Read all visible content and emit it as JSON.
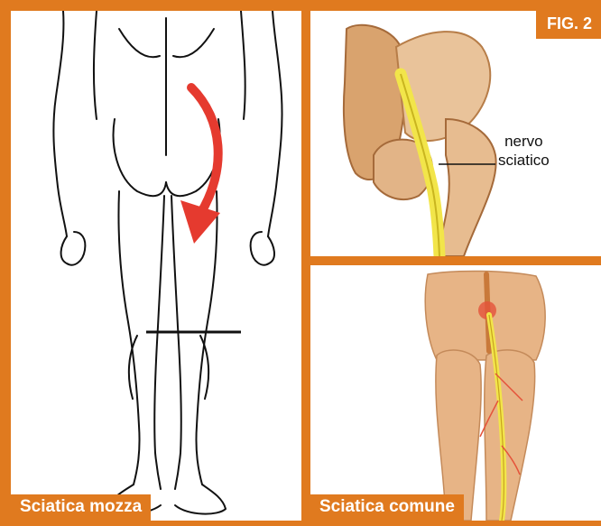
{
  "figure": {
    "number_label": "FIG. 2"
  },
  "panels": {
    "left": {
      "caption": "Sciatica mozza"
    },
    "top_right": {
      "annotation_line1": "nervo",
      "annotation_line2": "sciatico"
    },
    "bottom_right": {
      "caption": "Sciatica comune"
    }
  },
  "colors": {
    "frame": "#e07a1f",
    "arrow": "#e53a2f",
    "nerve": "#f2e54a",
    "skin": "#e7b486",
    "bone": "#e9c39a"
  }
}
